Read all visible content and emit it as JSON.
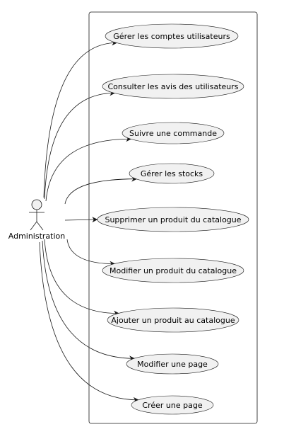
{
  "actor": {
    "label": "Administration",
    "icon": "stick-figure-icon"
  },
  "use_cases": [
    {
      "label": "Gérer les comptes utilisateurs"
    },
    {
      "label": "Consulter les avis des utilisateurs"
    },
    {
      "label": "Suivre une commande"
    },
    {
      "label": "Gérer les stocks"
    },
    {
      "label": "Supprimer un produit du catalogue"
    },
    {
      "label": "Modifier un produit du catalogue"
    },
    {
      "label": "Ajouter un produit au catalogue"
    },
    {
      "label": "Modifier une page"
    },
    {
      "label": "Créer une page"
    }
  ],
  "colors": {
    "fill": "#f1f1f1",
    "stroke": "#181818"
  }
}
